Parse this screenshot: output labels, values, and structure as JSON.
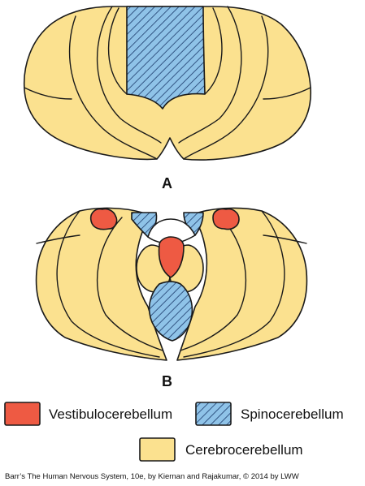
{
  "panels": {
    "a_label": "A",
    "b_label": "B"
  },
  "legend": {
    "vestibulo": "Vestibulocerebellum",
    "spino": "Spinocerebellum",
    "cerebro": "Cerebrocerebellum"
  },
  "credit": "Barr’s The Human Nervous System, 10e, by Kiernan and Rajakumar, © 2014 by LWW",
  "colors": {
    "cerebro": "#fbe18f",
    "vestibulo": "#ee5a43",
    "spino": "#8fc3e8",
    "hatch": "#1b3a6b",
    "outline": "#1a1a1a"
  }
}
